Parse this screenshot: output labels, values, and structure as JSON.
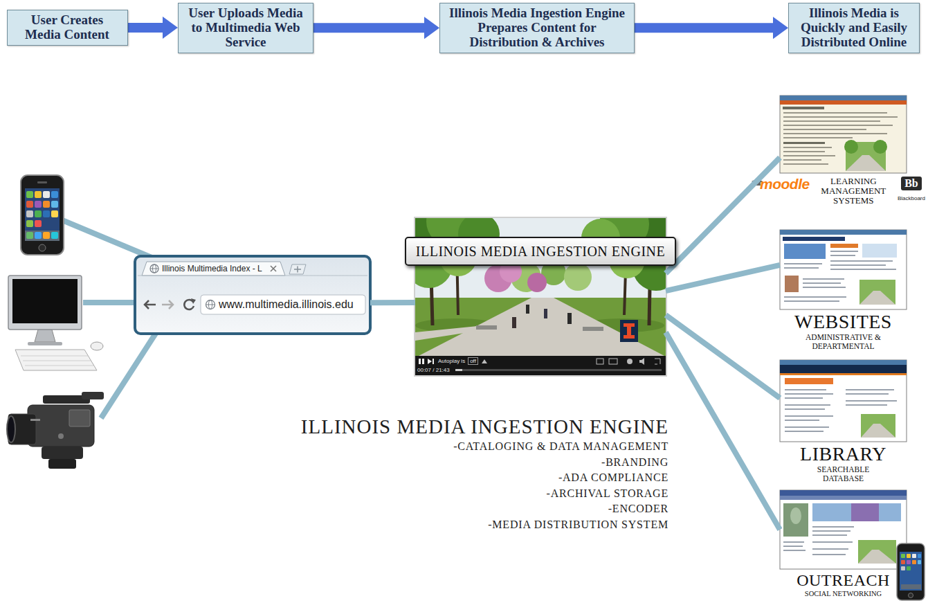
{
  "diagram": {
    "nodes": [
      {
        "text": [
          "User Creates Media Content"
        ]
      },
      {
        "text": [
          "User Uploads Media to Multimedia Web Service"
        ]
      },
      {
        "text": [
          "Illinois Media Ingestion Engine Prepares Content for Distribution & Archives"
        ]
      },
      {
        "text": [
          "Illinois Media is Quickly and Easily Distributed Online"
        ]
      },
      {
        "text": [
          "Illinois Multimedia Index - L",
          "www.multimedia.illinois.edu"
        ]
      },
      {
        "text": [
          "Autoplay is",
          "off",
          "00:07 / 21:43"
        ]
      },
      {
        "text": [
          "ILLINOIS MEDIA INGESTION ENGINE"
        ],
        "in": 5
      },
      {
        "text": [
          "moodle",
          "LEARNING MANAGEMENT SYSTEMS",
          "Bb",
          "Blackboard"
        ]
      },
      {
        "text": [
          "WEBSITES",
          "ADMINISTRATIVE & DEPARTMENTAL"
        ]
      },
      {
        "text": [
          "LIBRARY",
          "SEARCHABLE DATABASE"
        ]
      },
      {
        "text": [
          "OUTREACH",
          "SOCIAL NETWORKING"
        ]
      }
    ],
    "edges": [
      {
        "from": 0,
        "to": 1,
        "arrow": "to"
      },
      {
        "from": 1,
        "to": 2,
        "arrow": "to"
      },
      {
        "from": 2,
        "to": 3,
        "arrow": "to"
      },
      {
        "from": 4,
        "to": 5,
        "arrow": "none"
      },
      {
        "from": 5,
        "to": 7,
        "arrow": "none"
      },
      {
        "from": 5,
        "to": 8,
        "arrow": "none"
      },
      {
        "from": 5,
        "to": 9,
        "arrow": "none"
      },
      {
        "from": 5,
        "to": 10,
        "arrow": "none"
      }
    ],
    "labels": [
      "ILLINOIS MEDIA INGESTION ENGINE",
      "-CATALOGING & DATA MANAGEMENT",
      "-BRANDING",
      "-ADA COMPLIANCE",
      "-ARCHIVAL STORAGE",
      "-ENCODER",
      "-MEDIA DISTRIBUTION SYSTEM"
    ]
  }
}
